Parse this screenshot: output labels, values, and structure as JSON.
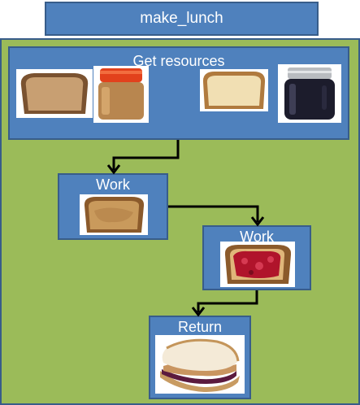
{
  "title": "make_lunch",
  "steps": {
    "get_resources": "Get resources",
    "work_1": "Work",
    "work_2": "Work",
    "return": "Return"
  },
  "icons": [
    "bread-slice-icon",
    "peanut-butter-jar-icon",
    "bread-slice-icon",
    "jelly-jar-icon",
    "peanut-butter-toast-icon",
    "jelly-toast-icon",
    "sandwich-icon"
  ],
  "colors": {
    "box_fill": "#4f81bd",
    "box_border": "#385d8a",
    "panel_fill": "#9bbb59",
    "arrow": "#000000"
  }
}
